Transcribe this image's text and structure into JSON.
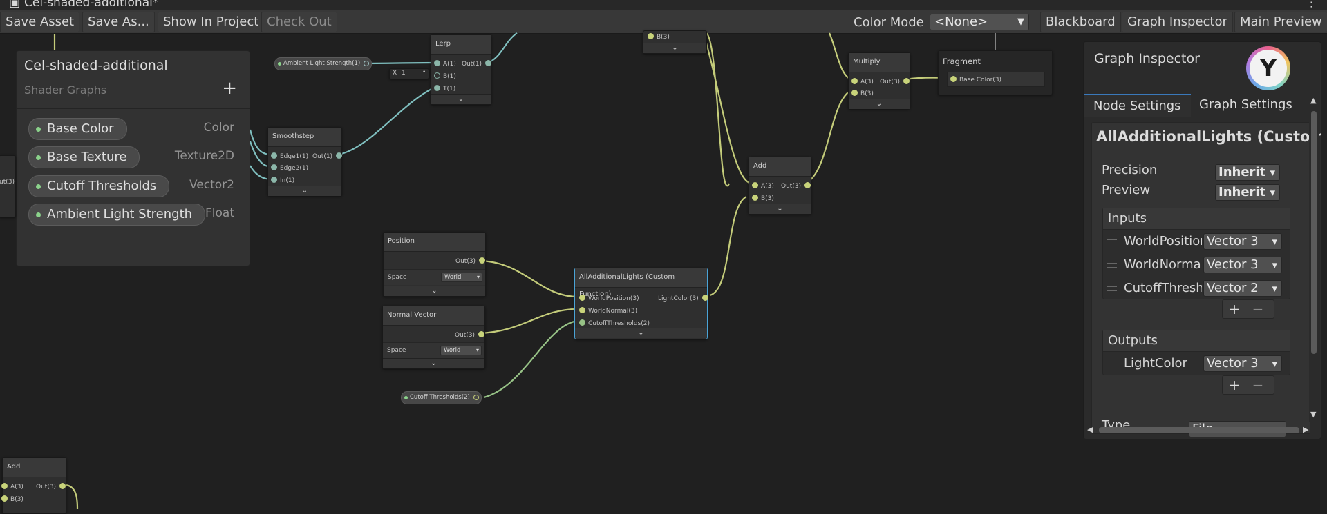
{
  "window": {
    "title": "Cel-shaded-additional*",
    "menu_glyph": "⋮",
    "icon": "unity-doc-icon"
  },
  "toolbar": {
    "save_asset": "Save Asset",
    "save_as": "Save As...",
    "show_in_project": "Show In Project",
    "check_out": "Check Out",
    "color_mode_label": "Color Mode",
    "color_mode_value": "<None>",
    "blackboard": "Blackboard",
    "graph_inspector": "Graph Inspector",
    "main_preview": "Main Preview"
  },
  "blackboard": {
    "title": "Cel-shaded-additional",
    "subtitle": "Shader Graphs",
    "add_glyph": "+",
    "properties": [
      {
        "name": "Base Color",
        "type": "Color"
      },
      {
        "name": "Base Texture",
        "type": "Texture2D"
      },
      {
        "name": "Cutoff Thresholds",
        "type": "Vector2"
      },
      {
        "name": "Ambient Light Strength",
        "type": "Float"
      }
    ]
  },
  "nodes": {
    "lerp": {
      "title": "Lerp",
      "in_a": "A(1)",
      "in_b": "B(1)",
      "in_t": "T(1)",
      "out": "Out(1)",
      "x_label": "X",
      "x_value": "1"
    },
    "smoothstep": {
      "title": "Smoothstep",
      "in_edge1": "Edge1(1)",
      "in_edge2": "Edge2(1)",
      "in_in": "In(1)",
      "out": "Out(1)"
    },
    "top_b": {
      "in_b": "B(3)"
    },
    "multiply": {
      "title": "Multiply",
      "in_a": "A(3)",
      "in_b": "B(3)",
      "out": "Out(3)"
    },
    "fragment": {
      "title": "Fragment",
      "in_base": "Base Color(3)"
    },
    "add": {
      "title": "Add",
      "in_a": "A(3)",
      "in_b": "B(3)",
      "out": "Out(3)"
    },
    "position": {
      "title": "Position",
      "out": "Out(3)",
      "space_label": "Space",
      "space_value": "World"
    },
    "normal": {
      "title": "Normal Vector",
      "out": "Out(3)",
      "space_label": "Space",
      "space_value": "World"
    },
    "custom": {
      "title": "AllAdditionalLights (Custom Function)",
      "in_pos": "WorldPosition(3)",
      "in_norm": "WorldNormal(3)",
      "in_cut": "CutoffThresholds(2)",
      "out": "LightColor(3)"
    },
    "add2": {
      "title": "Add",
      "in_a": "A(3)",
      "in_b": "B(3)",
      "out": "Out(3)"
    },
    "left_partial": {
      "out": "ut(3)"
    },
    "ambient_pill": "Ambient Light Strength(1)",
    "cutoff_pill": "Cutoff Thresholds(2)",
    "chevron": "⌄"
  },
  "inspector": {
    "title": "Graph Inspector",
    "tabs": [
      "Node Settings",
      "Graph Settings"
    ],
    "node_title": "AllAdditionalLights (Custom Function)",
    "precision_label": "Precision",
    "precision_value": "Inherit",
    "preview_label": "Preview",
    "preview_value": "Inherit",
    "inputs_header": "Inputs",
    "inputs": [
      {
        "name": "WorldPosition",
        "type": "Vector 3"
      },
      {
        "name": "WorldNormal",
        "type": "Vector 3"
      },
      {
        "name": "CutoffThresholds",
        "type": "Vector 2"
      }
    ],
    "outputs_header": "Outputs",
    "outputs": [
      {
        "name": "LightColor",
        "type": "Vector 3"
      }
    ],
    "plus": "+",
    "minus": "−",
    "type_label": "Type",
    "type_value": "File"
  },
  "colors": {
    "wire_vector": "#c4cc7a",
    "wire_float": "#7fbfbf",
    "selection": "#4aa3d6",
    "tab_accent": "#3a79bb"
  }
}
